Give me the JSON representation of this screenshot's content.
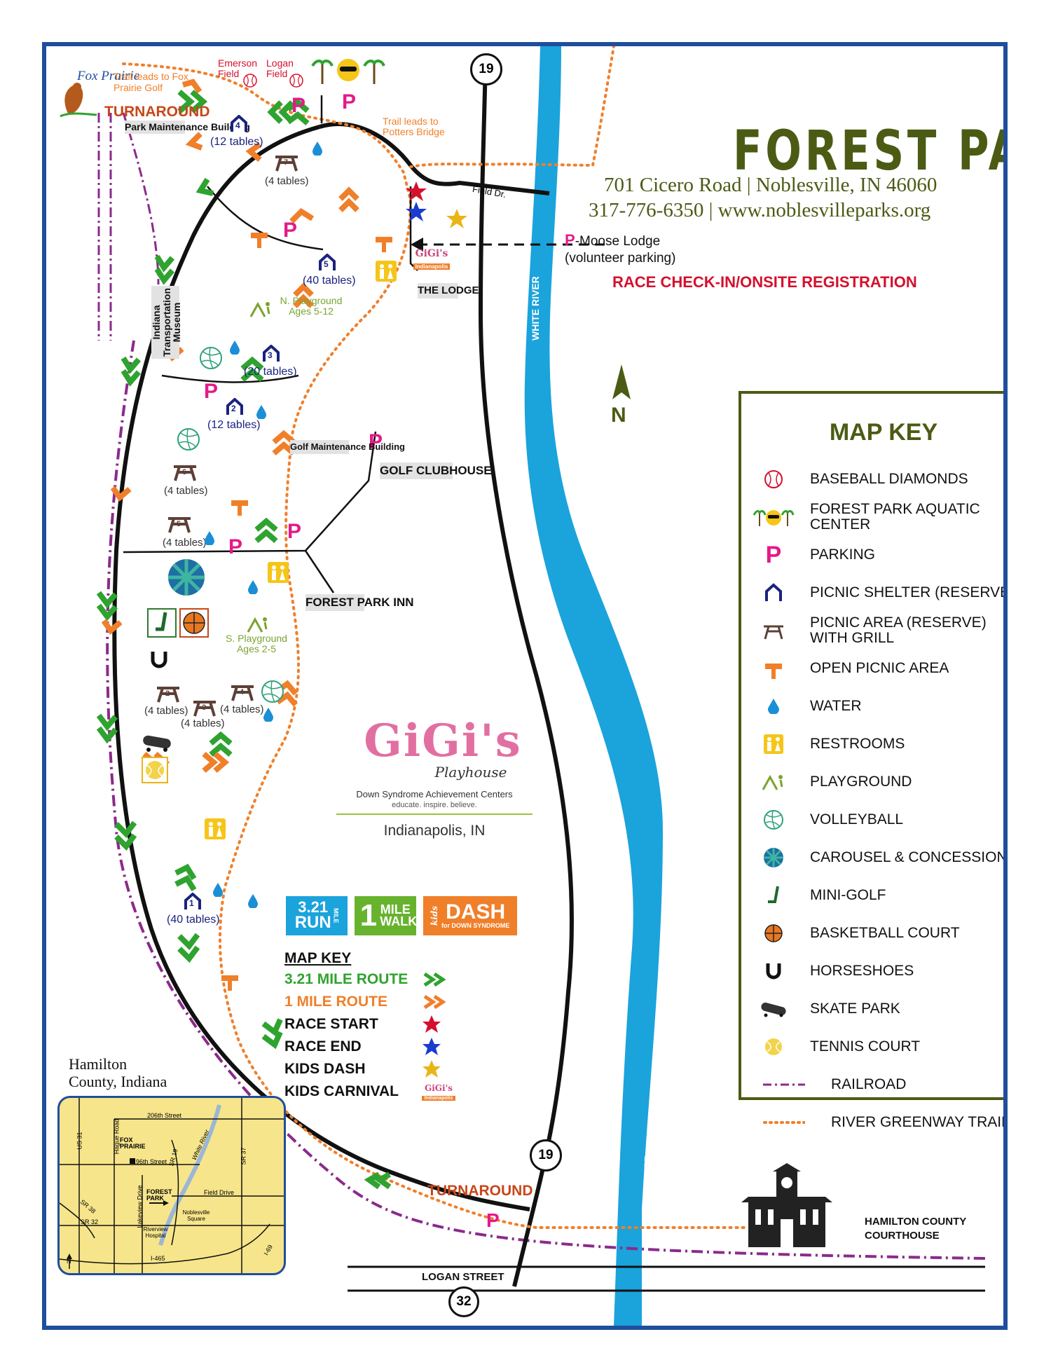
{
  "header": {
    "title": "FOREST PARK",
    "address": "701 Cicero Road | Noblesville, IN 46060",
    "contact": "317-776-6350 | www.noblesvilleparks.org"
  },
  "callouts": {
    "moose_lodge_line1": "-Moose Lodge",
    "moose_lodge_line2": "(volunteer parking)",
    "race_checkin": "RACE CHECK-IN/ONSITE REGISTRATION",
    "trail_fox_prairie": "Trail leads to Fox Prairie Golf",
    "trail_potters_line1": "Trail leads to",
    "trail_potters_line2": "Potters Bridge",
    "field_dr": "Field Dr.",
    "turnaround_top": "TURNAROUND",
    "turnaround_bottom": "TURNAROUND",
    "white_river": "WHITE RIVER",
    "north": "N",
    "emerson_field": "Emerson Field",
    "logan_field": "Logan Field",
    "fox_prairie": "Fox Prairie",
    "hamilton_county_line1": "Hamilton",
    "hamilton_county_line2": "County, Indiana",
    "courthouse_line1": "HAMILTON COUNTY",
    "courthouse_line2": "COURTHOUSE",
    "logan_street": "LOGAN STREET",
    "route_19": "19",
    "route_32": "32"
  },
  "buildings": {
    "park_maintenance": "Park Maintenance Building",
    "transportation_museum": "Indiana Transportation Museum",
    "the_lodge": "THE LODGE",
    "golf_maintenance": "Golf Maintenance Building",
    "golf_clubhouse": "GOLF CLUBHOUSE",
    "forest_park_inn": "FOREST PARK INN"
  },
  "shelters": [
    {
      "num": "4",
      "tables": "(12 tables)"
    },
    {
      "num": "5",
      "tables": "(40 tables)"
    },
    {
      "num": "3",
      "tables": "(20 tables)"
    },
    {
      "num": "2",
      "tables": "(12 tables)"
    },
    {
      "num": "1",
      "tables": "(40 tables)"
    }
  ],
  "picnic_areas": [
    {
      "num": "7",
      "tables": "(4 tables)"
    },
    {
      "num": "6",
      "tables": "(4 tables)"
    },
    {
      "num": "5",
      "tables": "(4 tables)"
    },
    {
      "num": "2",
      "tables": "(4 tables)"
    },
    {
      "num": "3",
      "tables": "(4 tables)"
    },
    {
      "num": "4",
      "tables": "(4 tables)"
    }
  ],
  "playgrounds": {
    "north": "N. Playground Ages 5-12",
    "south": "S. Playground Ages 2-5"
  },
  "event": {
    "org_name": "GiGi's",
    "org_sub": "Playhouse",
    "tagline": "Down Syndrome Achievement Centers",
    "motto": "educate. inspire. believe.",
    "location": "Indianapolis, IN",
    "kids_carnival_badge": "Indianapolis",
    "badges": [
      {
        "line1": "3.21",
        "line2": "RUN",
        "side": "MILE",
        "color": "#1ba3dc"
      },
      {
        "line1": "1",
        "line2": "MILE WALK",
        "color": "#67b32e"
      },
      {
        "line1": "DASH",
        "line2": "for DOWN SYNDROME",
        "side": "kids",
        "color": "#f07f2a"
      }
    ]
  },
  "route_legend": {
    "title": "MAP KEY",
    "items": [
      {
        "label": "3.21 MILE ROUTE",
        "color": "#2fa32f",
        "icon": "green-chevron-icon"
      },
      {
        "label": "1 MILE ROUTE",
        "color": "#f07f2a",
        "icon": "orange-chevron-icon"
      },
      {
        "label": "RACE START",
        "color": "#d5102e",
        "icon": "red-star-icon"
      },
      {
        "label": "RACE END",
        "color": "#1a3ccf",
        "icon": "blue-star-icon"
      },
      {
        "label": "KIDS DASH",
        "color": "#e9b516",
        "icon": "gold-star-icon"
      },
      {
        "label": "KIDS CARNIVAL",
        "icon": "gigis-logo-icon"
      }
    ]
  },
  "map_key": {
    "title": "MAP KEY",
    "items": [
      {
        "label": "BASEBALL DIAMONDS",
        "icon": "baseball-icon"
      },
      {
        "label": "FOREST PARK AQUATIC CENTER",
        "icon": "aquatic-center-icon"
      },
      {
        "label": "PARKING",
        "icon": "parking-icon"
      },
      {
        "label": "PICNIC SHELTER (RESERVE)",
        "icon": "shelter-icon"
      },
      {
        "label": "PICNIC AREA (RESERVE) WITH GRILL",
        "icon": "picnic-table-icon"
      },
      {
        "label": "OPEN PICNIC AREA",
        "icon": "open-picnic-icon"
      },
      {
        "label": "WATER",
        "icon": "water-drop-icon"
      },
      {
        "label": "RESTROOMS",
        "icon": "restroom-icon"
      },
      {
        "label": "PLAYGROUND",
        "icon": "playground-icon"
      },
      {
        "label": "VOLLEYBALL",
        "icon": "volleyball-icon"
      },
      {
        "label": "CAROUSEL & CONCESSIONS",
        "icon": "carousel-icon"
      },
      {
        "label": "MINI-GOLF",
        "icon": "mini-golf-icon"
      },
      {
        "label": "BASKETBALL COURT",
        "icon": "basketball-icon"
      },
      {
        "label": "HORSESHOES",
        "icon": "horseshoe-icon"
      },
      {
        "label": "SKATE PARK",
        "icon": "skate-park-icon"
      },
      {
        "label": "TENNIS COURT",
        "icon": "tennis-icon"
      },
      {
        "label": "RAILROAD",
        "icon": "railroad-line-icon"
      },
      {
        "label": "RIVER GREENWAY TRAIL",
        "icon": "greenway-trail-icon"
      }
    ]
  },
  "inset_map": {
    "streets": [
      "206th Street",
      "196th Street",
      "Field Drive",
      "SR 32",
      "I-465",
      "I-69",
      "SR 37",
      "SR 38",
      "US 31",
      "SR 19",
      "White River",
      "Hague Road",
      "Lakeview Drive"
    ],
    "places": [
      "FOX PRAIRIE",
      "FOREST PARK",
      "Noblesville Square",
      "Riverview Hospital"
    ],
    "north": "N"
  },
  "colors": {
    "title_olive": "#4b5b14",
    "frame_blue": "#1f4e9c",
    "river_blue": "#1ba3dc",
    "parking_pink": "#e5198a",
    "route_green": "#2fa32f",
    "route_orange": "#f07f2a",
    "railroad_purple": "#8b2a8b",
    "checkin_red": "#d5102e"
  }
}
